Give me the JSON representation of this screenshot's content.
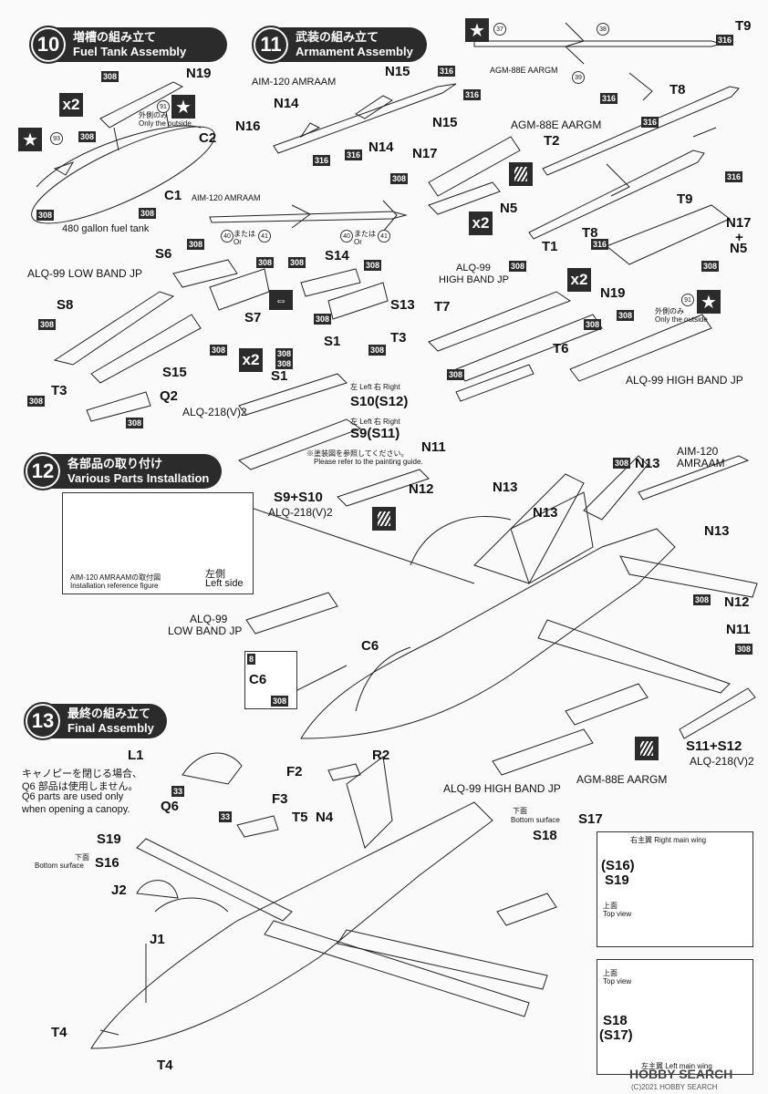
{
  "steps": {
    "s10": {
      "num": "10",
      "jp": "増槽の組み立て",
      "en": "Fuel Tank Assembly"
    },
    "s11": {
      "num": "11",
      "jp": "武装の組み立て",
      "en": "Armament Assembly"
    },
    "s12": {
      "num": "12",
      "jp": "各部品の取り付け",
      "en": "Various Parts Installation"
    },
    "s13": {
      "num": "13",
      "jp": "最終の組み立て",
      "en": "Final Assembly"
    }
  },
  "labels": {
    "N19a": "N19",
    "C2": "C2",
    "C1": "C1",
    "fuel_tank": "480 gallon fuel tank",
    "outside_jp": "外側のみ",
    "outside_en": "Only the outside",
    "aim120_top": "AIM-120 AMRAAM",
    "N15a": "N15",
    "N15b": "N15",
    "N14a": "N14",
    "N14b": "N14",
    "N16": "N16",
    "aim120_mid": "AIM-120 AMRAAM",
    "or_jp": "または",
    "or_en": "Or",
    "aargm_top": "AGM-88E AARGM",
    "T9a": "T9",
    "T8a": "T8",
    "aargm_mid": "AGM-88E AARGM",
    "T2": "T2",
    "N17": "N17",
    "N5a": "N5",
    "T9b": "T9",
    "T8b": "T8",
    "T1": "T1",
    "N17N5": "N17",
    "plus": "+",
    "N5b": "N5",
    "lowband": "ALQ-99 LOW BAND JP",
    "S6": "S6",
    "S7": "S7",
    "S8": "S8",
    "T3a": "T3",
    "S15": "S15",
    "Q2": "Q2",
    "S14": "S14",
    "S13": "S13",
    "S1a": "S1",
    "S1b": "S1",
    "alq218": "ALQ-218(V)2",
    "left_right_a": "左 Left  右 Right",
    "S10S12": "S10(S12)",
    "left_right_b": "左 Left  右 Right",
    "S9S11": "S9(S11)",
    "paint_jp": "※塗装図を参照してください。",
    "paint_en": "Please refer to the painting guide.",
    "highband": "ALQ-99",
    "highband2": "HIGH BAND JP",
    "T7": "T7",
    "T3b": "T3",
    "T6": "T6",
    "N19b": "N19",
    "alq99_high": "ALQ-99 HIGH BAND JP",
    "N11a": "N11",
    "N12a": "N12",
    "N13a": "N13",
    "N13b": "N13",
    "N13c": "N13",
    "N13d": "N13",
    "S9S10": "S9+S10",
    "alq218b": "ALQ-218(V)2",
    "aim120_r": "AIM-120",
    "amraam_r": "AMRAAM",
    "install_jp": "AIM-120 AMRAAMの取付図",
    "install_en": "Installation reference figure",
    "left_jp": "左側",
    "left_en": "Left side",
    "lowband_jp1": "ALQ-99",
    "lowband_jp2": "LOW BAND JP",
    "C6a": "C6",
    "C6b": "C6",
    "N12b": "N12",
    "N11b": "N11",
    "S11S12": "S11+S12",
    "alq218c": "ALQ-218(V)2",
    "highband_b": "ALQ-99 HIGH BAND JP",
    "aargm_b": "AGM-88E AARGM",
    "L1": "L1",
    "R2": "R2",
    "F2": "F2",
    "F3": "F3",
    "T5": "T5",
    "N4": "N4",
    "Q6": "Q6",
    "canopy_jp1": "キャノピーを閉じる場合、",
    "canopy_jp2": "Q6 部品は使用しません。",
    "canopy_en1": "Q6 parts are used only",
    "canopy_en2": "when opening a canopy.",
    "S19a": "S19",
    "bottom_jp": "下面",
    "bottom_en": "Bottom surface",
    "S16a": "S16",
    "J2": "J2",
    "J1": "J1",
    "bottom_jp2": "下面",
    "bottom_en2": "Bottom surface",
    "S17a": "S17",
    "S18a": "S18",
    "rmw": "右主翼 Right main wing",
    "S16b": "(S16)",
    "S19b": "S19",
    "top_jp1": "上面",
    "top_en1": "Top view",
    "top_jp2": "上面",
    "top_en2": "Top view",
    "S18b": "S18",
    "S17b": "(S17)",
    "lmw": "左主翼 Left main wing",
    "T4a": "T4",
    "T4b": "T4",
    "watermark": "HOBBY SEARCH",
    "copyright": "(C)2021 HOBBY SEARCH"
  },
  "paint_codes": {
    "p308": "308",
    "p316": "316",
    "p8": "8",
    "p33": "33",
    "p91": "91",
    "p93": "93",
    "p37": "37",
    "p38": "38",
    "p39": "39",
    "p40": "40",
    "p41": "41"
  },
  "x2": "x2",
  "star": "★"
}
